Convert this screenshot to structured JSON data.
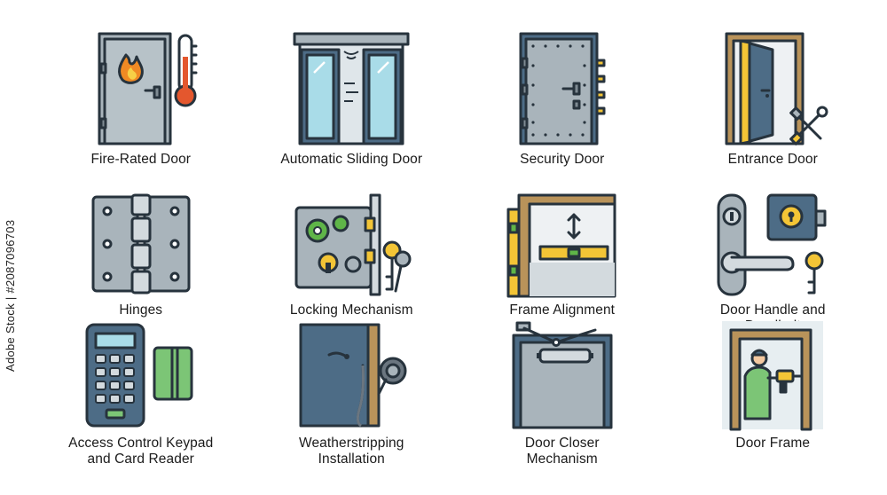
{
  "watermark": {
    "side_text": "Adobe Stock | #2087096703"
  },
  "icons": [
    {
      "label": "Fire-Rated Door",
      "icon": "fire-rated-door-icon"
    },
    {
      "label": "Automatic Sliding Door",
      "icon": "automatic-sliding-door-icon"
    },
    {
      "label": "Security Door",
      "icon": "security-door-icon"
    },
    {
      "label": "Entrance Door",
      "icon": "entrance-door-icon"
    },
    {
      "label": "Hinges",
      "icon": "hinges-icon"
    },
    {
      "label": "Locking Mechanism",
      "icon": "locking-mechanism-icon"
    },
    {
      "label": "Frame Alignment",
      "icon": "frame-alignment-icon"
    },
    {
      "label": "Door Handle and\nDeadbolt",
      "icon": "door-handle-deadbolt-icon"
    },
    {
      "label": "Access Control Keypad\nand Card Reader",
      "icon": "access-control-keypad-icon"
    },
    {
      "label": "Weatherstripping\nInstallation",
      "icon": "weatherstripping-icon"
    },
    {
      "label": "Door Closer\nMechanism",
      "icon": "door-closer-icon"
    },
    {
      "label": "Door Frame",
      "icon": "door-frame-icon"
    }
  ],
  "colors": {
    "outline": "#27333d",
    "door_grey": "#a9b4bb",
    "door_blue": "#4d6c86",
    "glass": "#a9dce8",
    "wood": "#b9935a",
    "flame": "#f08a24",
    "key_yellow": "#f3c536",
    "card_green": "#7cc576",
    "gear_green": "#5fb548",
    "thermo_red": "#e4572e"
  }
}
